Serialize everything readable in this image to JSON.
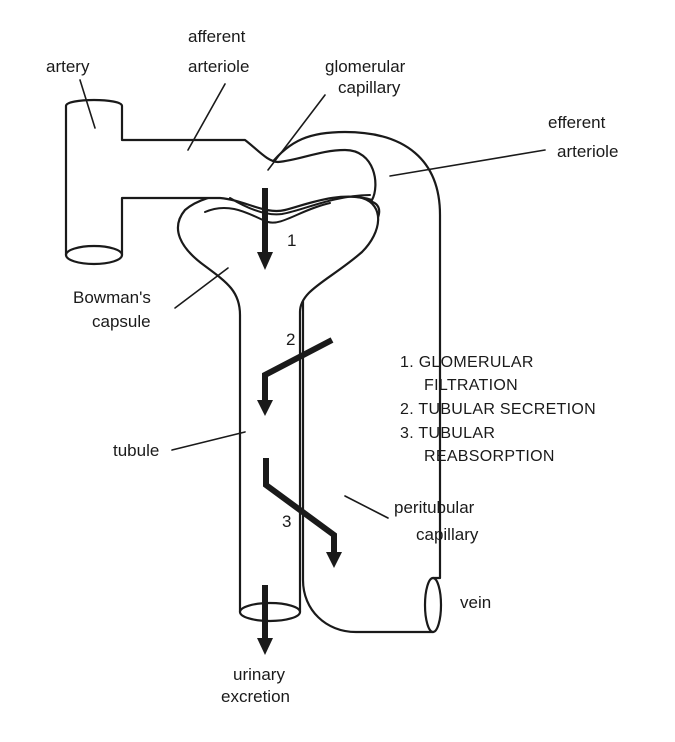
{
  "labels": {
    "artery": "artery",
    "afferent_line1": "afferent",
    "afferent_line2": "arteriole",
    "glomerular_line1": "glomerular",
    "glomerular_line2": "capillary",
    "efferent_line1": "efferent",
    "efferent_line2": "arteriole",
    "bowmans_line1": "Bowman's",
    "bowmans_line2": "capsule",
    "tubule": "tubule",
    "peritubular_line1": "peritubular",
    "peritubular_line2": "capillary",
    "vein": "vein",
    "urinary_line1": "urinary",
    "urinary_line2": "excretion"
  },
  "process_numbers": [
    "1",
    "2",
    "3"
  ],
  "key": [
    "1. GLOMERULAR",
    "FILTRATION",
    "2. TUBULAR SECRETION",
    "3. TUBULAR",
    "REABSORPTION"
  ]
}
